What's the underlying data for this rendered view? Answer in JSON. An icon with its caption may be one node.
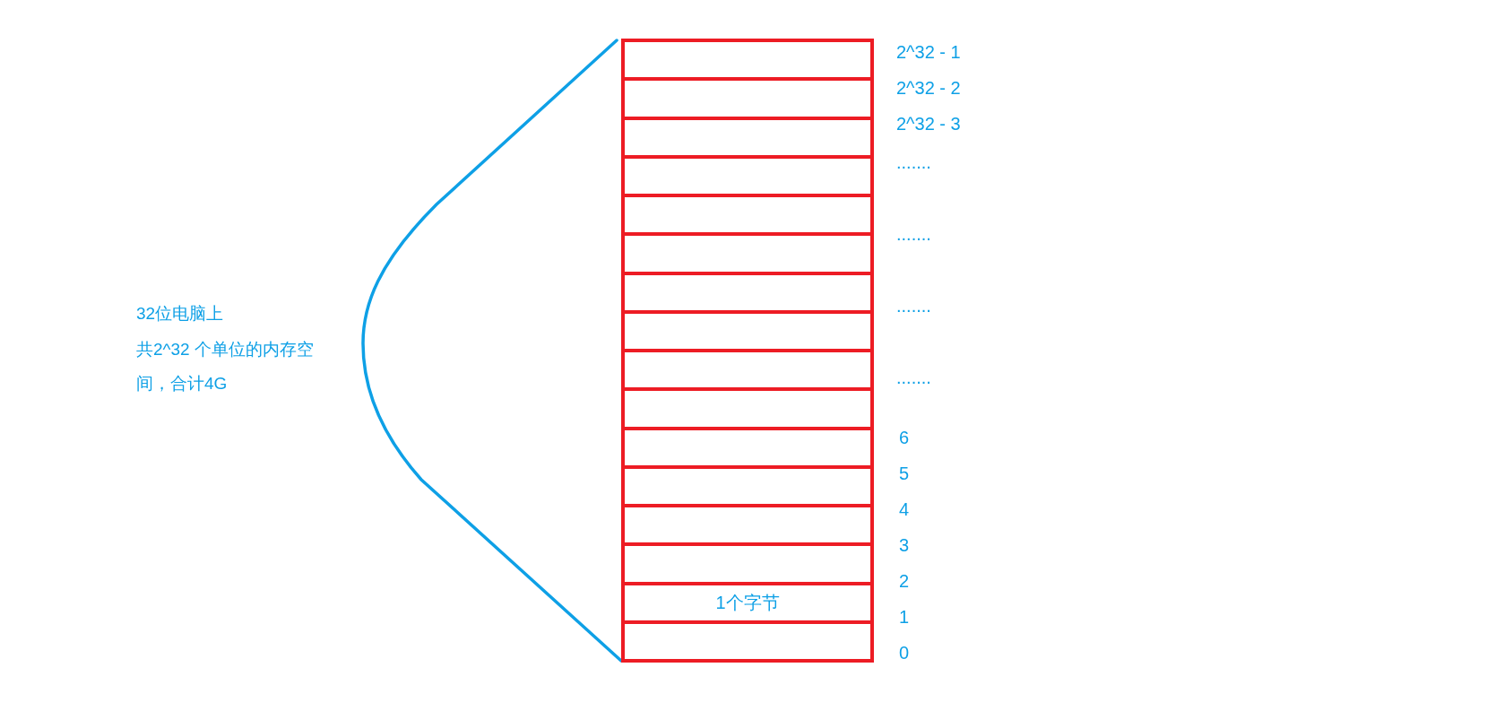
{
  "diagram": {
    "nodes": [
      {
        "text": [],
        "shape": "box"
      },
      {
        "text": [],
        "shape": "box"
      },
      {
        "text": [],
        "shape": "box"
      },
      {
        "text": [],
        "shape": "box"
      },
      {
        "text": [],
        "shape": "box"
      },
      {
        "text": [],
        "shape": "box"
      },
      {
        "text": [],
        "shape": "box"
      },
      {
        "text": [],
        "shape": "box"
      },
      {
        "text": [],
        "shape": "box"
      },
      {
        "text": [],
        "shape": "box"
      },
      {
        "text": [],
        "shape": "box"
      },
      {
        "text": [],
        "shape": "box"
      },
      {
        "text": [],
        "shape": "box"
      },
      {
        "text": [],
        "shape": "box"
      },
      {
        "text": [
          "1个字节"
        ]
      },
      {
        "text": [],
        "shape": "box"
      }
    ],
    "labels": [
      "32位电脑上",
      "共2^32 个单位的内存空间，合计4G",
      "2^32 - 1",
      "2^32 - 2",
      "2^32 - 3",
      ".......",
      ".......",
      ".......",
      ".......",
      "6",
      "5",
      "4",
      "3",
      "2",
      "1",
      "0"
    ]
  }
}
